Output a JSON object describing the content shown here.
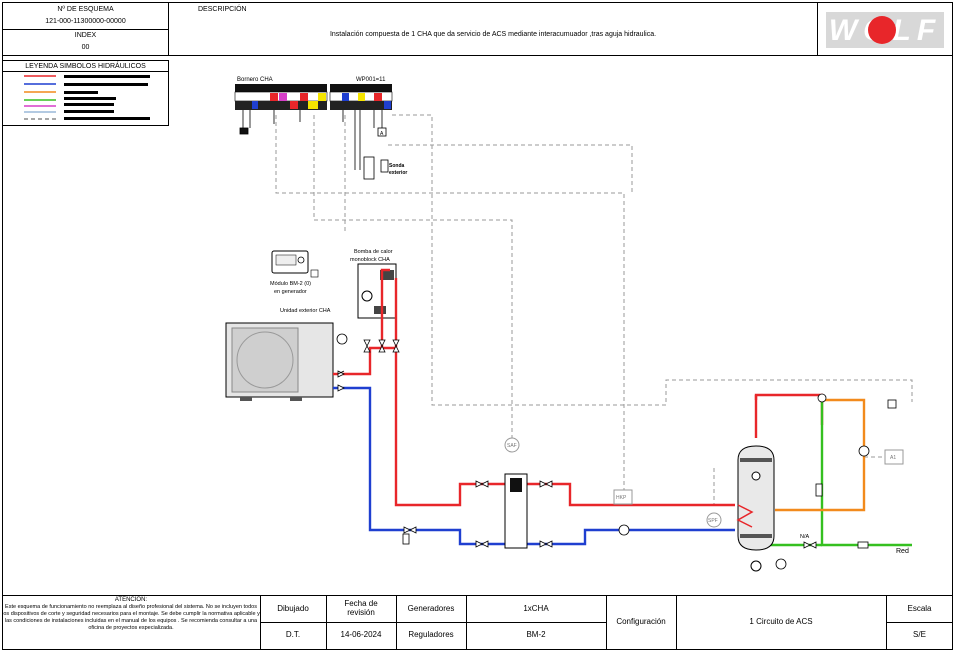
{
  "header": {
    "esquema_label": "Nº DE ESQUEMA",
    "esquema_value": "121-000-11300000-00000",
    "index_label": "INDEX",
    "index_value": "00",
    "descripcion_label": "DESCRIPCIÓN",
    "descripcion_text": "Instalación compuesta de 1 CHA que da servicio de ACS mediante interacumuador ,tras aguja hidraulica.",
    "legend_title": "LEYENDA SIMBOLOS HIDRÁULICOS"
  },
  "legend_colors": [
    "#e8262a",
    "#1f3fd0",
    "#f28a1c",
    "#35c020",
    "#d63fc8",
    "#9ab8d8",
    "#888888"
  ],
  "diagram": {
    "bornero_label": "Bornero CHA",
    "wp_label": "WP001=11",
    "sonda_label_1": "Sonda",
    "sonda_label_2": "exterior",
    "bomba_label_1": "Bomba de calor",
    "bomba_label_2": "monoblock CHA",
    "modulo_label_1": "Módulo BM-2 (0)",
    "modulo_label_2": "en generador",
    "unidad_label": "Unidad exterior CHA",
    "saf_label": "SAF",
    "hkp_label": "HKP",
    "spf_label": "SPF",
    "a1_label": "A1",
    "na_label": "N/A",
    "red_label": "Red",
    "a_label": "A"
  },
  "footer": {
    "atencion_title": "ATENCIÓN:",
    "atencion_text": "Este esquema de funcionamiento no reemplaza al diseño profesional del sistema. No se incluyen todos los dispositivos de corte y seguridad necesarios para el montaje. Se debe cumplir la normativa aplicable y las condiciones de instalaciones incluidas en el manual de los equipos . Se recomienda consultar a una oficina de proyectos especializada.",
    "dibujado_label": "Dibujado",
    "dibujado_value": "D.T.",
    "fecha_label": "Fecha de revisión",
    "fecha_value": "14-06-2024",
    "generadores_label": "Generadores",
    "generadores_value": "1xCHA",
    "reguladores_label": "Reguladores",
    "reguladores_value": "BM-2",
    "configuracion_label": "Configuración",
    "configuracion_value": "1 Circuito de ACS",
    "escala_label": "Escala",
    "escala_value": "S/E"
  },
  "logo": {
    "text": "WOLF",
    "dot_color": "#e8262a"
  },
  "colors": {
    "red": "#e8262a",
    "blue": "#1f3fd0",
    "green": "#35c020",
    "orange": "#f28a1c",
    "dashed": "#999999"
  }
}
